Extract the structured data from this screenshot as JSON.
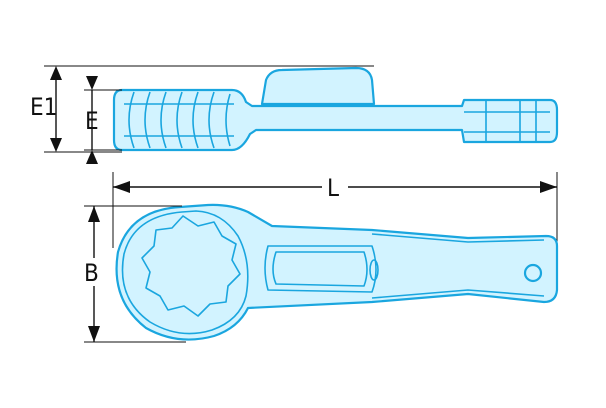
{
  "dimensions": {
    "e1": "E1",
    "e": "E",
    "length": "L",
    "b": "B"
  },
  "colors": {
    "outline": "#1aa6df",
    "fill": "#d2f3ff",
    "dimension_lines": "#111111"
  }
}
